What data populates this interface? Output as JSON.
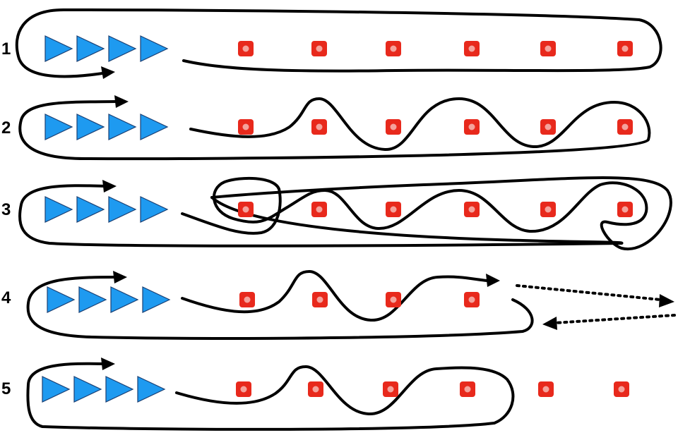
{
  "rows": [
    {
      "label": "1",
      "cones": 6,
      "pattern": "loop-around-all"
    },
    {
      "label": "2",
      "cones": 6,
      "pattern": "weave"
    },
    {
      "label": "3",
      "cones": 6,
      "pattern": "weave-with-end-loops"
    },
    {
      "label": "4",
      "cones": 4,
      "pattern": "weave-then-sprint"
    },
    {
      "label": "5",
      "cones": 6,
      "pattern": "weave-four-return"
    }
  ],
  "colors": {
    "player": "#1e9af0",
    "player_outline": "#1a3f73",
    "cone": "#e8291c",
    "cone_center": "#f4a39c",
    "path": "#000000"
  },
  "icons": {
    "player": "blue-triangle-icon",
    "cone": "red-cone-icon",
    "arrow": "arrowhead-icon"
  }
}
